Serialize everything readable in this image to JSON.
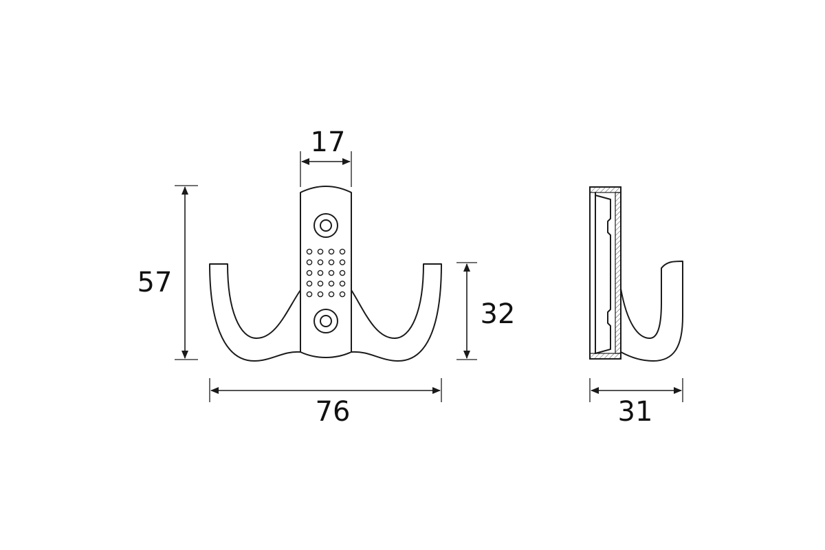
{
  "dimensions": {
    "plate_width": "17",
    "total_height": "57",
    "hook_height": "32",
    "total_width": "76",
    "depth": "31"
  },
  "colors": {
    "line": "#1a1a1a",
    "background": "#ffffff"
  }
}
